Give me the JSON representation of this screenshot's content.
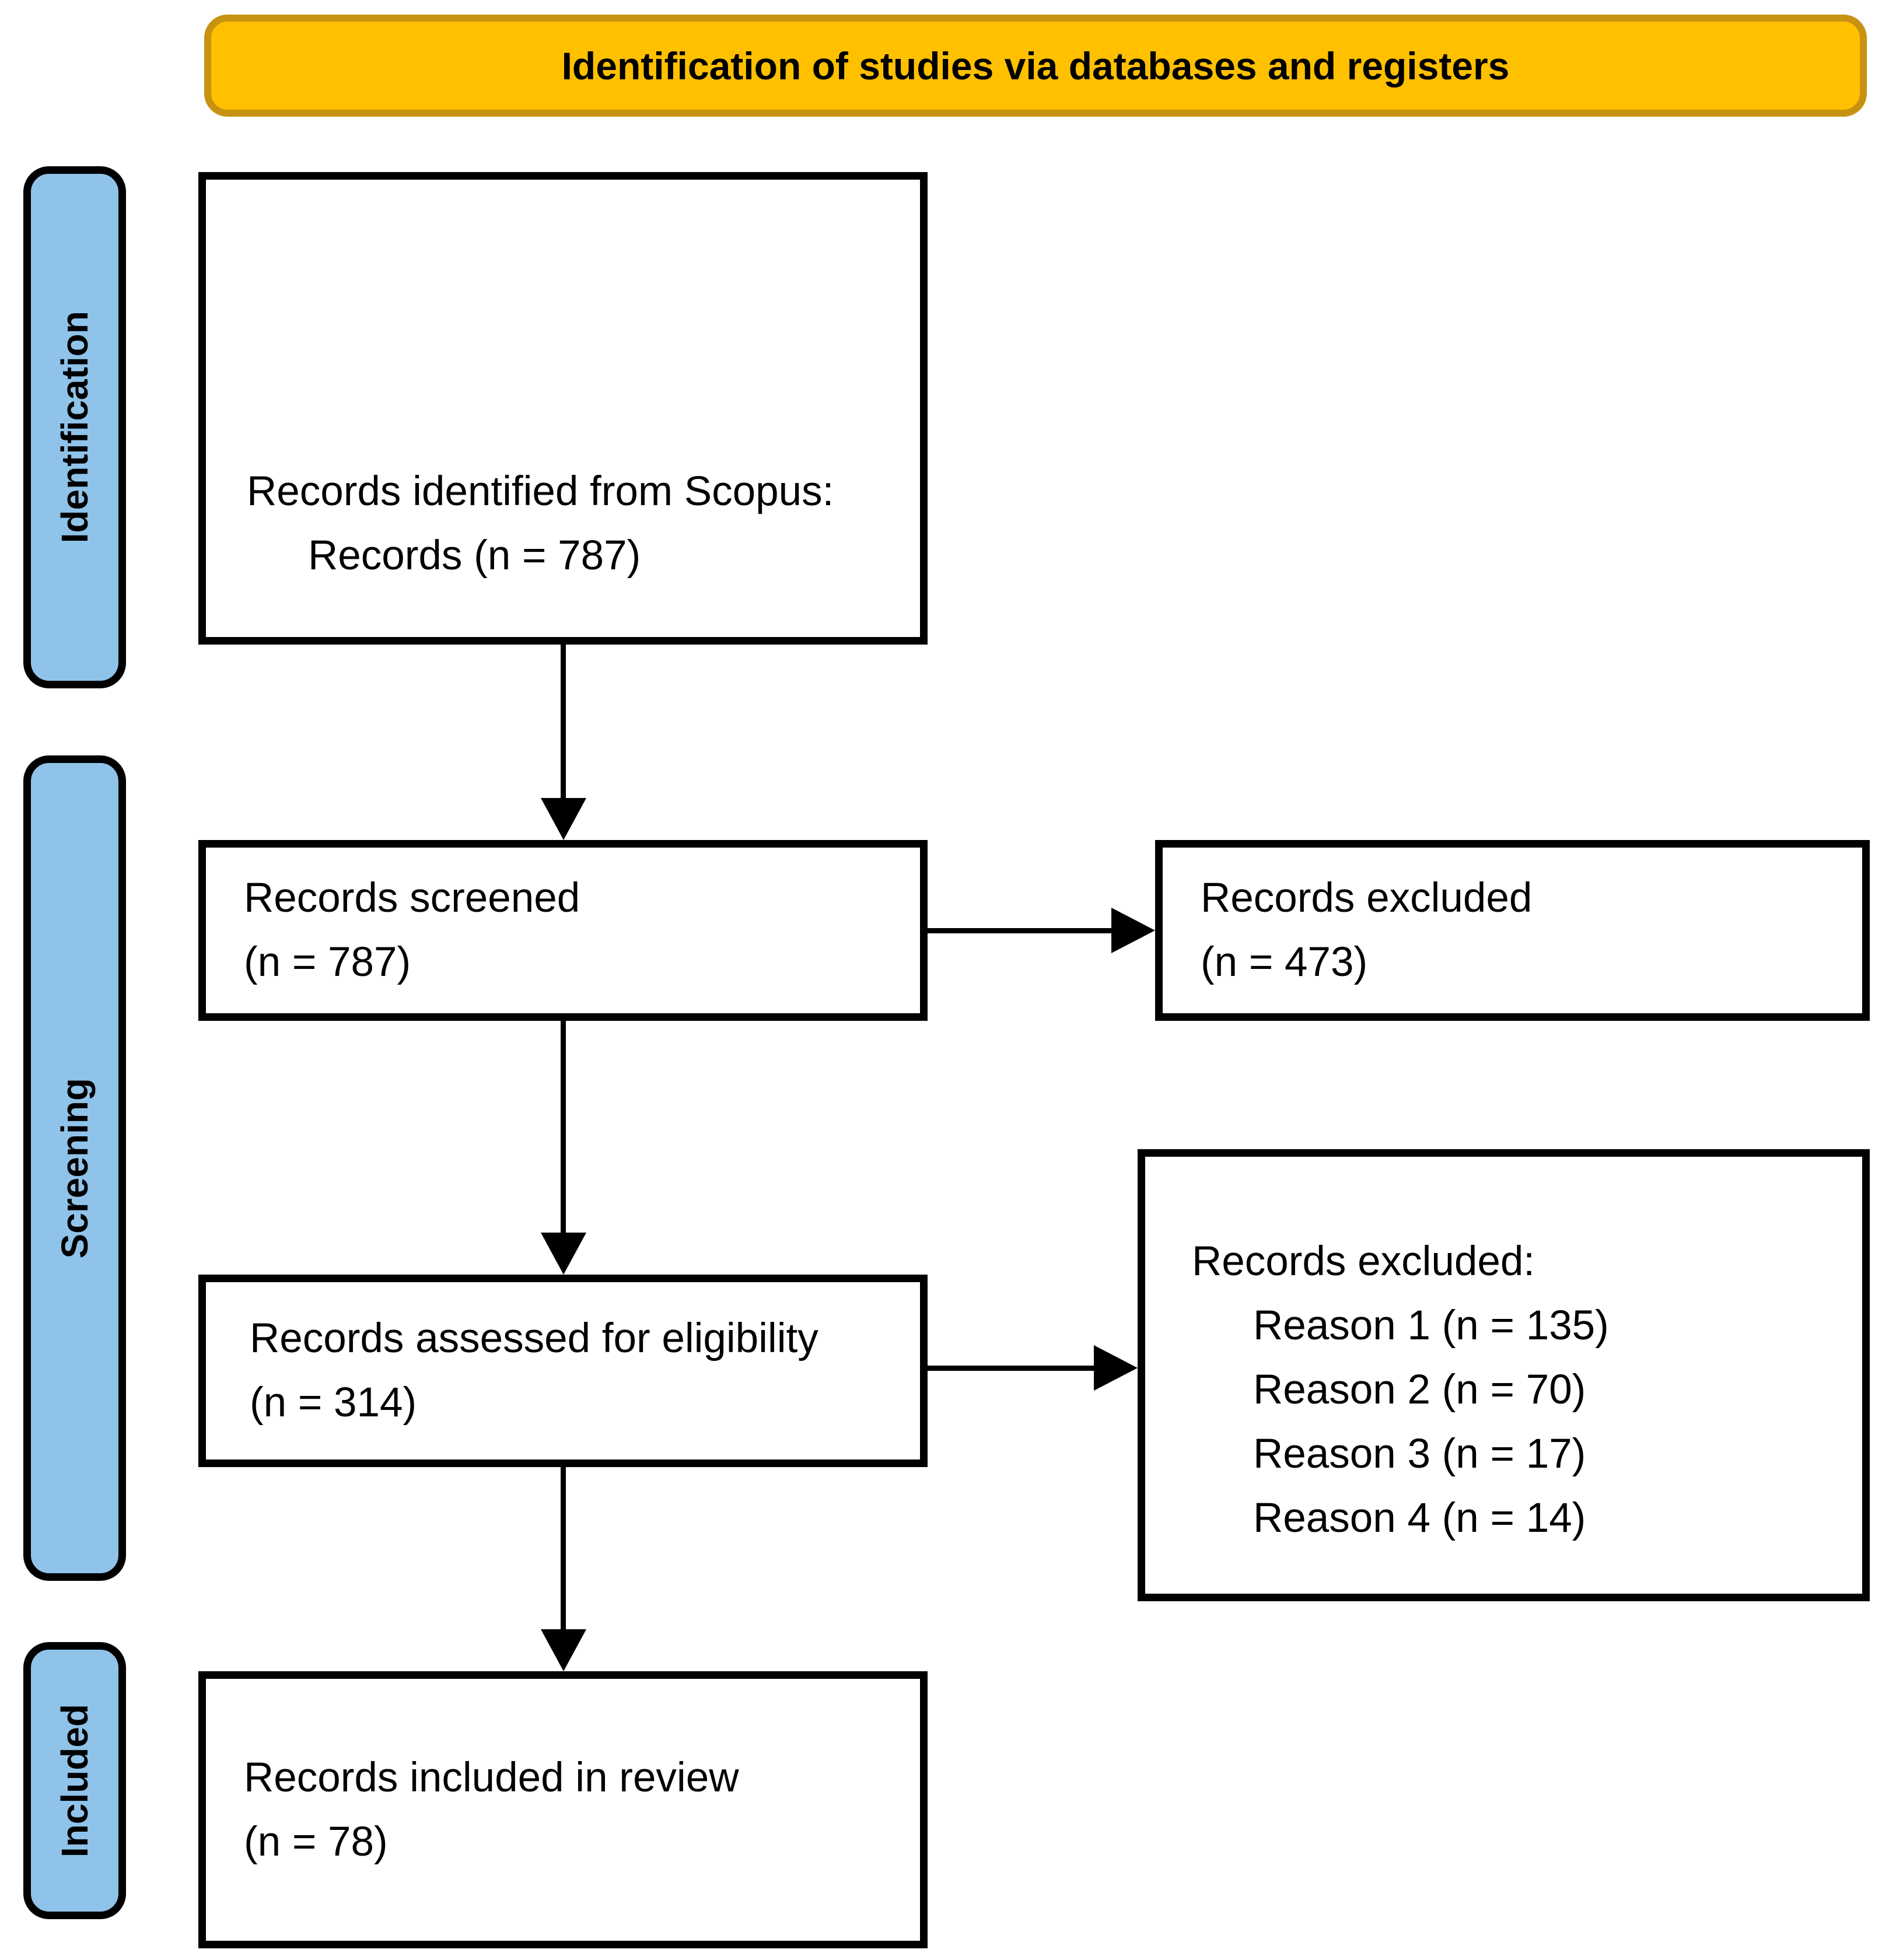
{
  "header": {
    "title": "Identification of studies via databases and registers"
  },
  "sidebar": {
    "items": [
      {
        "label": "Identification"
      },
      {
        "label": "Screening"
      },
      {
        "label": "Included"
      }
    ]
  },
  "flow": {
    "identified": {
      "lines": [
        "Records identified from Scopus:",
        "Records (n = 787)"
      ]
    },
    "screened": {
      "lines": [
        "Records screened",
        "(n = 787)"
      ]
    },
    "screened_excluded": {
      "lines": [
        "Records excluded",
        "(n = 473)"
      ]
    },
    "assessed": {
      "lines": [
        "Records assessed for eligibility",
        "(n = 314)"
      ]
    },
    "assessed_excluded": {
      "lines": [
        "Records excluded:",
        "Reason 1 (n = 135)",
        "Reason 2 (n = 70)",
        "Reason 3 (n = 17)",
        "Reason 4 (n = 14)"
      ]
    },
    "included": {
      "lines": [
        "Records included in review",
        "(n = 78)"
      ]
    }
  },
  "colors": {
    "banner-fill": "#FFC000",
    "banner-border": "#C89211",
    "tab-fill": "#8FC3E9",
    "line": "#000000"
  }
}
